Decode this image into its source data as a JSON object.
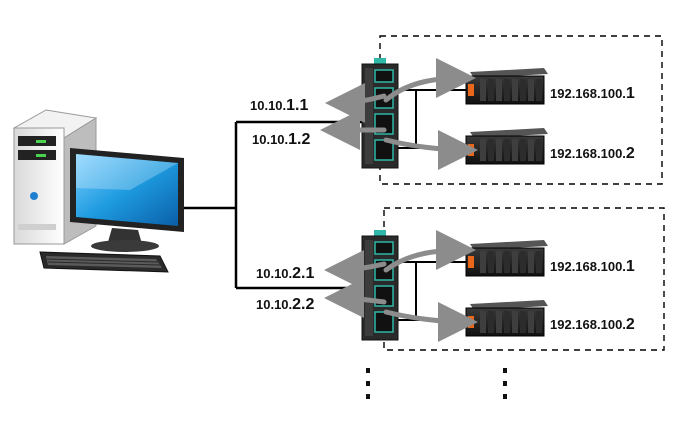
{
  "network": {
    "groups": [
      {
        "switch_ports": [
          {
            "prefix": "10.10.",
            "suffix": "1.1"
          },
          {
            "prefix": "10.10.",
            "suffix": "1.2"
          }
        ],
        "devices": [
          {
            "prefix": "192.168.100.",
            "suffix": "1"
          },
          {
            "prefix": "192.168.100.",
            "suffix": "2"
          }
        ]
      },
      {
        "switch_ports": [
          {
            "prefix": "10.10.",
            "suffix": "2.1"
          },
          {
            "prefix": "10.10.",
            "suffix": "2.2"
          }
        ],
        "devices": [
          {
            "prefix": "192.168.100.",
            "suffix": "1"
          },
          {
            "prefix": "192.168.100.",
            "suffix": "2"
          }
        ]
      }
    ]
  },
  "colors": {
    "monitor_screen": "#1e9be0",
    "switch_port_accent": "#2fb8a8",
    "module_accent": "#e8671a",
    "arrow": "#8c8c8c",
    "line": "#000000"
  }
}
